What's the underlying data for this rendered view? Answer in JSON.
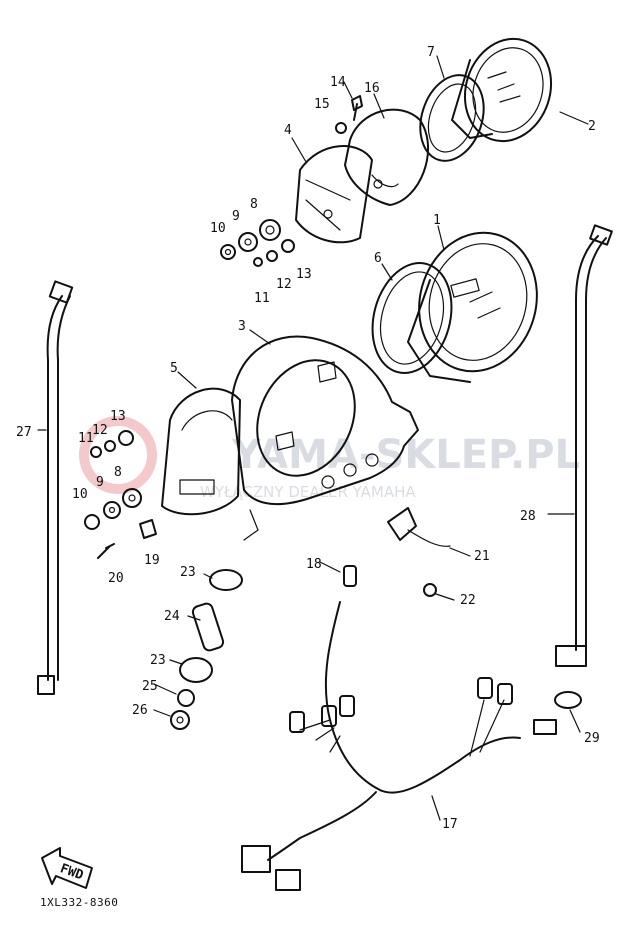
{
  "diagram": {
    "drawing_code": "1XL332-8360",
    "direction_label": "FWD",
    "watermark": {
      "line1": "YAMA-SKLEP.PL",
      "line2": "WYŁĄCZNY DEALER YAMAHA"
    },
    "callouts": [
      {
        "id": "c1",
        "text": "1"
      },
      {
        "id": "c2",
        "text": "2"
      },
      {
        "id": "c3",
        "text": "3"
      },
      {
        "id": "c4",
        "text": "4"
      },
      {
        "id": "c5",
        "text": "5"
      },
      {
        "id": "c6",
        "text": "6"
      },
      {
        "id": "c7",
        "text": "7"
      },
      {
        "id": "c8a",
        "text": "8"
      },
      {
        "id": "c8b",
        "text": "8"
      },
      {
        "id": "c9a",
        "text": "9"
      },
      {
        "id": "c9b",
        "text": "9"
      },
      {
        "id": "c10a",
        "text": "10"
      },
      {
        "id": "c10b",
        "text": "10"
      },
      {
        "id": "c11a",
        "text": "11"
      },
      {
        "id": "c11b",
        "text": "11"
      },
      {
        "id": "c12a",
        "text": "12"
      },
      {
        "id": "c12b",
        "text": "12"
      },
      {
        "id": "c13a",
        "text": "13"
      },
      {
        "id": "c13b",
        "text": "13"
      },
      {
        "id": "c14",
        "text": "14"
      },
      {
        "id": "c15",
        "text": "15"
      },
      {
        "id": "c16",
        "text": "16"
      },
      {
        "id": "c17",
        "text": "17"
      },
      {
        "id": "c18",
        "text": "18"
      },
      {
        "id": "c19",
        "text": "19"
      },
      {
        "id": "c20",
        "text": "20"
      },
      {
        "id": "c21",
        "text": "21"
      },
      {
        "id": "c22",
        "text": "22"
      },
      {
        "id": "c23a",
        "text": "23"
      },
      {
        "id": "c23b",
        "text": "23"
      },
      {
        "id": "c24",
        "text": "24"
      },
      {
        "id": "c25",
        "text": "25"
      },
      {
        "id": "c26",
        "text": "26"
      },
      {
        "id": "c27",
        "text": "27"
      },
      {
        "id": "c28",
        "text": "28"
      },
      {
        "id": "c29",
        "text": "29"
      }
    ]
  }
}
